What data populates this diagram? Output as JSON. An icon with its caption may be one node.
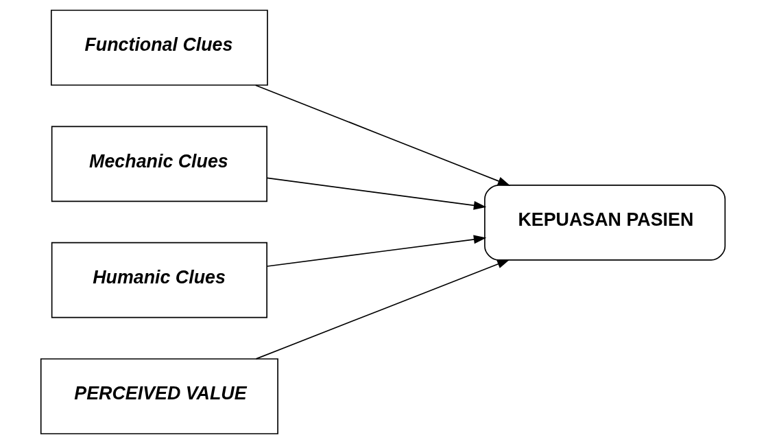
{
  "diagram": {
    "nodes": [
      {
        "text": [
          "Functional Clues"
        ]
      },
      {
        "text": [
          "Mechanic Clues"
        ]
      },
      {
        "text": [
          "Humanic Clues"
        ]
      },
      {
        "text": [
          "PERCEIVED VALUE"
        ]
      },
      {
        "text": [
          "KEPUASAN PASIEN"
        ]
      }
    ],
    "edges": [
      {
        "from": 0,
        "to": 4,
        "arrow": "to"
      },
      {
        "from": 1,
        "to": 4,
        "arrow": "to"
      },
      {
        "from": 2,
        "to": 4,
        "arrow": "to"
      },
      {
        "from": 3,
        "to": 4,
        "arrow": "to"
      }
    ]
  }
}
